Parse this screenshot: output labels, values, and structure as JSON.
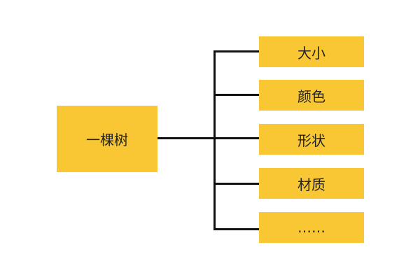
{
  "root": {
    "label": "一棵树"
  },
  "children": [
    {
      "label": "大小"
    },
    {
      "label": "颜色"
    },
    {
      "label": "形状"
    },
    {
      "label": "材质"
    },
    {
      "label": "……"
    }
  ],
  "colors": {
    "box": "#f8c733",
    "line": "#111111"
  }
}
